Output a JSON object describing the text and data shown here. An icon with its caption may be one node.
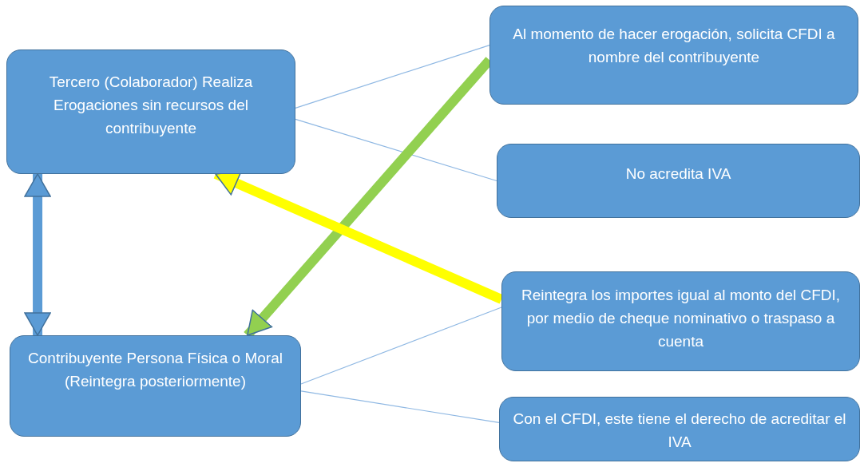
{
  "diagram": {
    "nodes": [
      {
        "text": [
          "Tercero (Colaborador) Realiza Erogaciones sin recursos del contribuyente"
        ]
      },
      {
        "text": [
          "Al momento de hacer erogación, solicita CFDI a nombre del contribuyente"
        ]
      },
      {
        "text": [
          "No acredita IVA"
        ]
      },
      {
        "text": [
          "Contribuyente Persona Física o Moral (Reintegra posteriormente)"
        ]
      },
      {
        "text": [
          "Reintegra los importes igual al monto del CFDI, por medio de cheque nominativo o traspaso a cuenta"
        ]
      },
      {
        "text": [
          "Con el CFDI, este tiene el derecho de acreditar el IVA"
        ]
      }
    ],
    "edges": [
      {
        "from": 0,
        "to": 1,
        "arrow": "none"
      },
      {
        "from": 0,
        "to": 2,
        "arrow": "none"
      },
      {
        "from": 3,
        "to": 4,
        "arrow": "none"
      },
      {
        "from": 3,
        "to": 5,
        "arrow": "none"
      },
      {
        "from": 0,
        "to": 3,
        "arrow": "both",
        "style": "thick",
        "color": "#5b9bd5"
      },
      {
        "from": 1,
        "to": 3,
        "arrow": "to",
        "style": "thick",
        "color": "#92d050"
      },
      {
        "from": 4,
        "to": 0,
        "arrow": "to",
        "style": "thick",
        "color": "#ffff00"
      }
    ]
  }
}
